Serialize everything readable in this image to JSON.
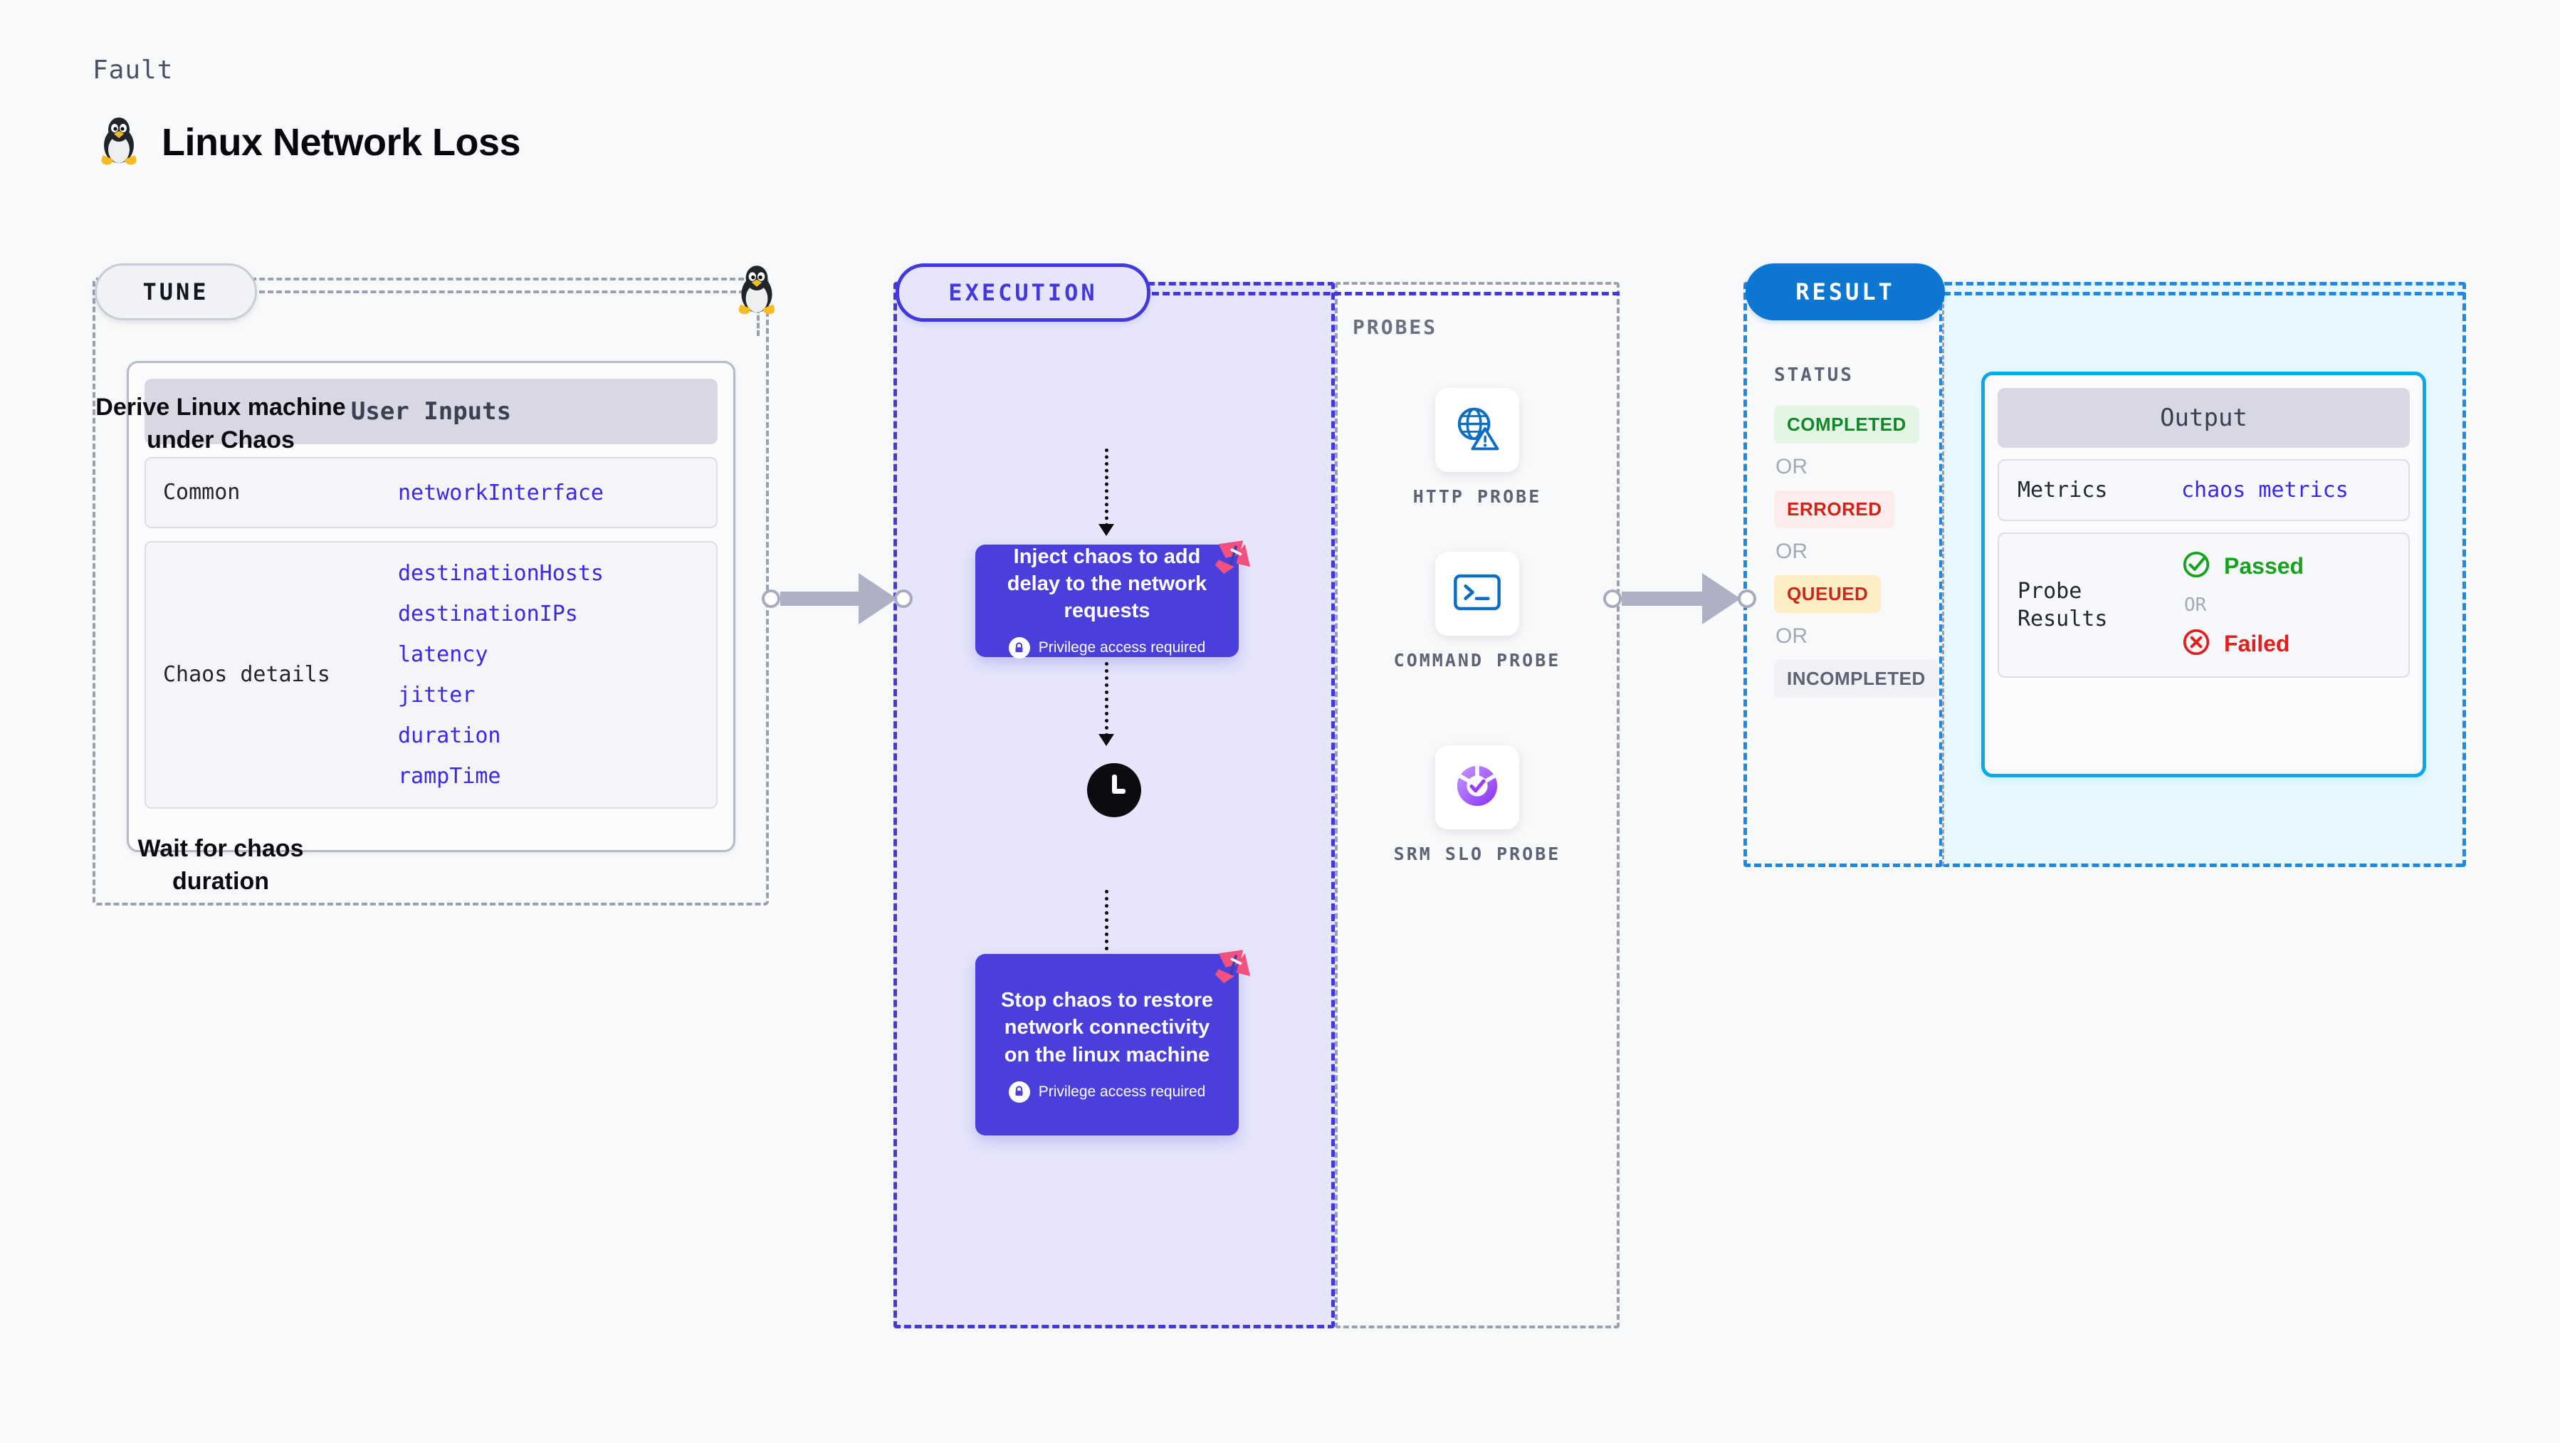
{
  "header": {
    "kicker": "Fault",
    "title": "Linux Network Loss",
    "icon": "linux-penguin-icon"
  },
  "tune": {
    "pill_label": "TUNE",
    "card_title": "User Inputs",
    "rows": [
      {
        "key": "Common",
        "values": [
          "networkInterface"
        ]
      },
      {
        "key": "Chaos details",
        "values": [
          "destinationHosts",
          "destinationIPs",
          "latency",
          "jitter",
          "duration",
          "rampTime"
        ]
      }
    ]
  },
  "execution": {
    "pill_label": "EXECUTION",
    "steps": [
      {
        "type": "label",
        "text": "Derive Linux machine\nunder Chaos"
      },
      {
        "type": "chaos-box",
        "title": "Inject chaos to add delay to the network requests",
        "note": "Privilege access required",
        "badge": "harness-chaos-icon"
      },
      {
        "type": "label",
        "text": "Wait for chaos\nduration",
        "icon": "clock-icon"
      },
      {
        "type": "chaos-box",
        "title": "Stop chaos to restore network connectivity on the linux machine",
        "note": "Privilege access required",
        "badge": "harness-chaos-icon"
      }
    ]
  },
  "probes": {
    "caption": "PROBES",
    "items": [
      {
        "label": "HTTP PROBE",
        "icon": "globe-warning-icon"
      },
      {
        "label": "COMMAND PROBE",
        "icon": "terminal-icon"
      },
      {
        "label": "SRM SLO PROBE",
        "icon": "srm-slo-icon"
      }
    ]
  },
  "result": {
    "pill_label": "RESULT",
    "status_caption": "STATUS",
    "or_label": "OR",
    "statuses": [
      {
        "label": "COMPLETED",
        "style": "completed"
      },
      {
        "label": "ERRORED",
        "style": "errored"
      },
      {
        "label": "QUEUED",
        "style": "queued"
      },
      {
        "label": "INCOMPLETED",
        "style": "incompleted"
      }
    ]
  },
  "output": {
    "card_title": "Output",
    "metrics_key": "Metrics",
    "metrics_value": "chaos metrics",
    "probe_results_key": "Probe\nResults",
    "passed_label": "Passed",
    "failed_label": "Failed",
    "or_label": "OR"
  },
  "colors": {
    "execution_accent": "#4338d9",
    "result_accent": "#1e88e5",
    "chaos_box": "#4b3fdb",
    "value_text": "#3b27e8",
    "passed": "#16a21f",
    "failed": "#e02020",
    "harness_pink": "#f2507e",
    "output_border": "#0aa7ea"
  }
}
